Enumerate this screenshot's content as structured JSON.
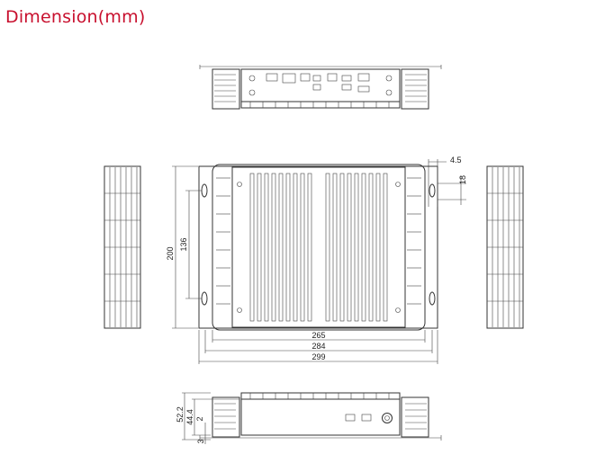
{
  "title": "Dimension(mm)",
  "colors": {
    "title": "#c8102e",
    "line": "#333333"
  },
  "dimensions": {
    "width_overall": "299",
    "width_mid": "284",
    "width_inner": "265",
    "height_overall": "200",
    "height_mount": "136",
    "ear_offset": "4.5",
    "ear_slot": "18",
    "side_total": "52.2",
    "side_body": "44.4",
    "side_small": "2",
    "side_base": "3"
  }
}
